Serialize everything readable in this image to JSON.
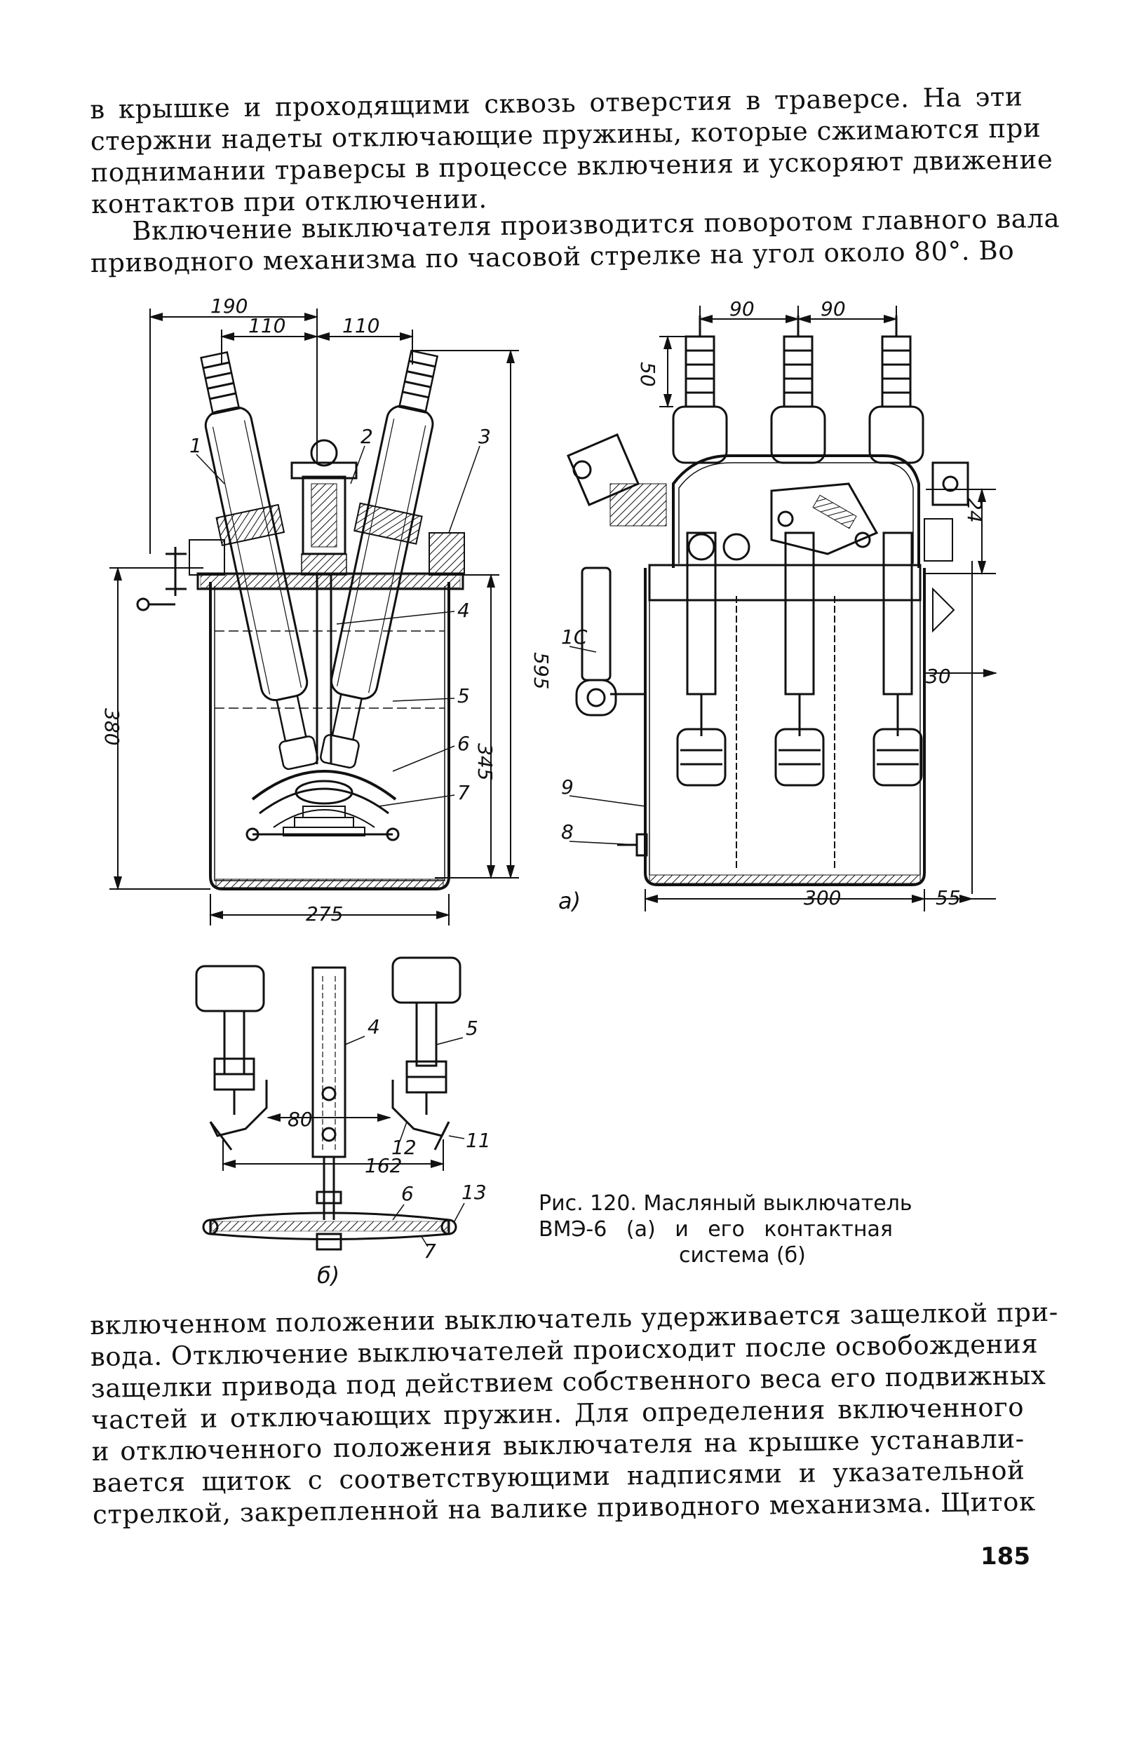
{
  "top_text": {
    "lines": [
      "в крышке и проходящими сквозь отверстия в траверсе. На эти",
      "стержни надеты отключающие пружины, которые сжимаются при",
      "поднимании траверсы в процессе включения и ускоряют движение",
      "контактов при отключении."
    ]
  },
  "top_text2": {
    "lines": [
      "Включение выключателя производится поворотом главного вала",
      "приводного механизма по часовой стрелке на угол около 80°. Во"
    ]
  },
  "figure": {
    "dimensions_a_left": {
      "d190": "190",
      "d110a": "110",
      "d110b": "110",
      "d595": "595",
      "d345": "345",
      "d380": "380",
      "d275": "275"
    },
    "dimensions_a_right": {
      "d90a": "90",
      "d90b": "90",
      "d50": "50",
      "d24": "24",
      "d30": "30",
      "d300": "300",
      "d55": "55"
    },
    "dimensions_b": {
      "d80": "80",
      "d162": "162"
    },
    "labels_a": [
      "1",
      "2",
      "3",
      "4",
      "5",
      "6",
      "7",
      "1С",
      "9",
      "8"
    ],
    "labels_b": [
      "4",
      "5",
      "12",
      "11",
      "6",
      "13",
      "7"
    ],
    "sub_a": "а)",
    "sub_b": "б)"
  },
  "caption": {
    "line1": "Рис. 120. Масляный выключатель",
    "line2": "ВМЭ-6 (а) и его контактная",
    "line3": "система (б)"
  },
  "bottom_text": {
    "lines": [
      "включенном положении выключатель удерживается защелкой при-",
      "вода. Отключение выключателей происходит после освобождения",
      "защелки привода под действием собственного веса его подвижных",
      "частей и отключающих пружин. Для определения включенного",
      "и отключенного положения выключателя на крышке устанавли-",
      "вается щиток с соответствующими надписями и указательной",
      "стрелкой, закрепленной на валике приводного механизма. Щиток"
    ]
  },
  "page_number": "185"
}
